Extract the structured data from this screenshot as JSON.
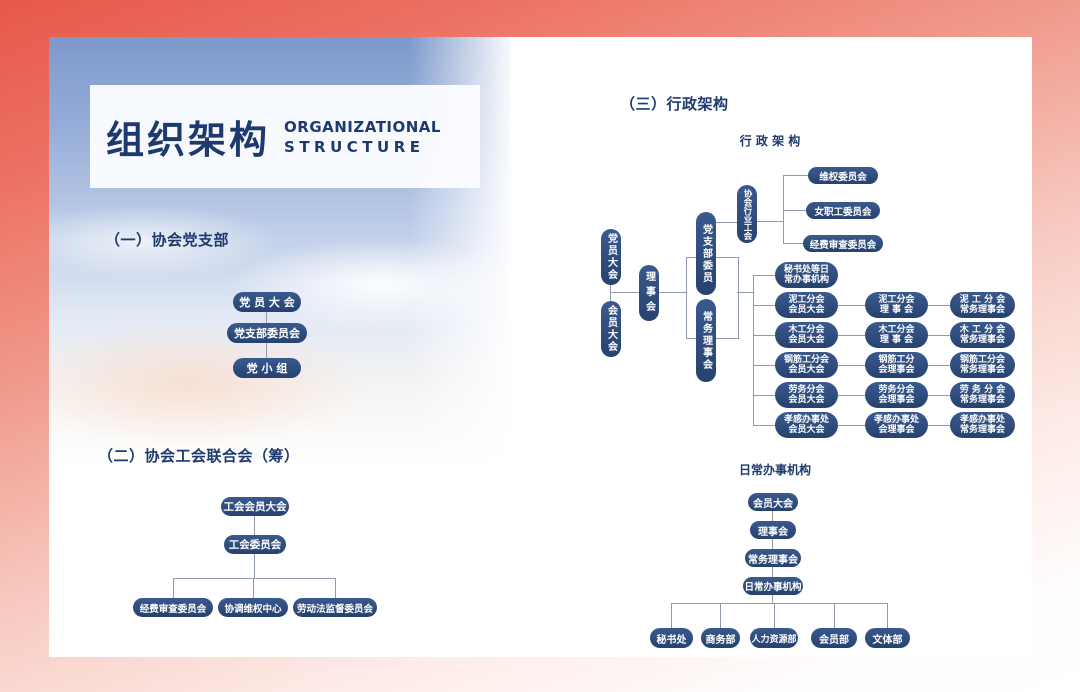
{
  "colors": {
    "frame_coral": "#e8604f",
    "node_navy": "#2e4c7a",
    "heading_navy": "#1d3a6e",
    "line_gray": "#8f9aad"
  },
  "left_page": {
    "title_block": {
      "cn": "组织架构",
      "en1": "ORGANIZATIONAL",
      "en2": "STRUCTURE"
    },
    "section1": {
      "heading": "（一）协会党支部",
      "nodes": [
        "党 员 大 会",
        "党支部委员会",
        "党  小  组"
      ]
    },
    "section2": {
      "heading": "（二）协会工会联合会（筹）",
      "root": "工会会员大会",
      "mid": "工会委员会",
      "children": [
        "经费审查委员会",
        "协调维权中心",
        "劳动法监督委员会"
      ]
    }
  },
  "right_page": {
    "section3": {
      "heading": "（三）行政架构",
      "chart_title": "行 政 架 构",
      "v_nodes": {
        "party_congress": "党员大会",
        "member_congress": "会员大会",
        "council": "理事会",
        "party_branch": "党支部委员",
        "standing_council": "常务理事会",
        "industry_union": "协会行业工会"
      },
      "union_committees": [
        "维权委员会",
        "女职工委员会",
        "经费审查委员会"
      ],
      "rows": [
        {
          "c0": {
            "l1": "秘书处等日",
            "l2": "常办事机构"
          }
        },
        {
          "c0": {
            "l1": "泥工分会",
            "l2": "会员大会"
          },
          "c1": {
            "l1": "泥工分会",
            "l2": "理 事 会"
          },
          "c2": {
            "l1": "泥 工 分 会",
            "l2": "常务理事会"
          }
        },
        {
          "c0": {
            "l1": "木工分会",
            "l2": "会员大会"
          },
          "c1": {
            "l1": "木工分会",
            "l2": "理 事 会"
          },
          "c2": {
            "l1": "木 工 分 会",
            "l2": "常务理事会"
          }
        },
        {
          "c0": {
            "l1": "钢筋工分会",
            "l2": "会员大会"
          },
          "c1": {
            "l1": "钢筋工分",
            "l2": "会理事会"
          },
          "c2": {
            "l1": "钢筋工分会",
            "l2": "常务理事会"
          }
        },
        {
          "c0": {
            "l1": "劳务分会",
            "l2": "会员大会"
          },
          "c1": {
            "l1": "劳务分会",
            "l2": "会理事会"
          },
          "c2": {
            "l1": "劳 务 分 会",
            "l2": "常务理事会"
          }
        },
        {
          "c0": {
            "l1": "孝感办事处",
            "l2": "会员大会"
          },
          "c1": {
            "l1": "孝感办事处",
            "l2": "会理事会"
          },
          "c2": {
            "l1": "孝感办事处",
            "l2": "常务理事会"
          }
        }
      ]
    },
    "section4": {
      "title": "日常办事机构",
      "chain": [
        "会员大会",
        "理事会",
        "常务理事会",
        "日常办事机构"
      ],
      "departments": [
        "秘书处",
        "商务部",
        "人力资源部",
        "会员部",
        "文体部"
      ]
    }
  }
}
